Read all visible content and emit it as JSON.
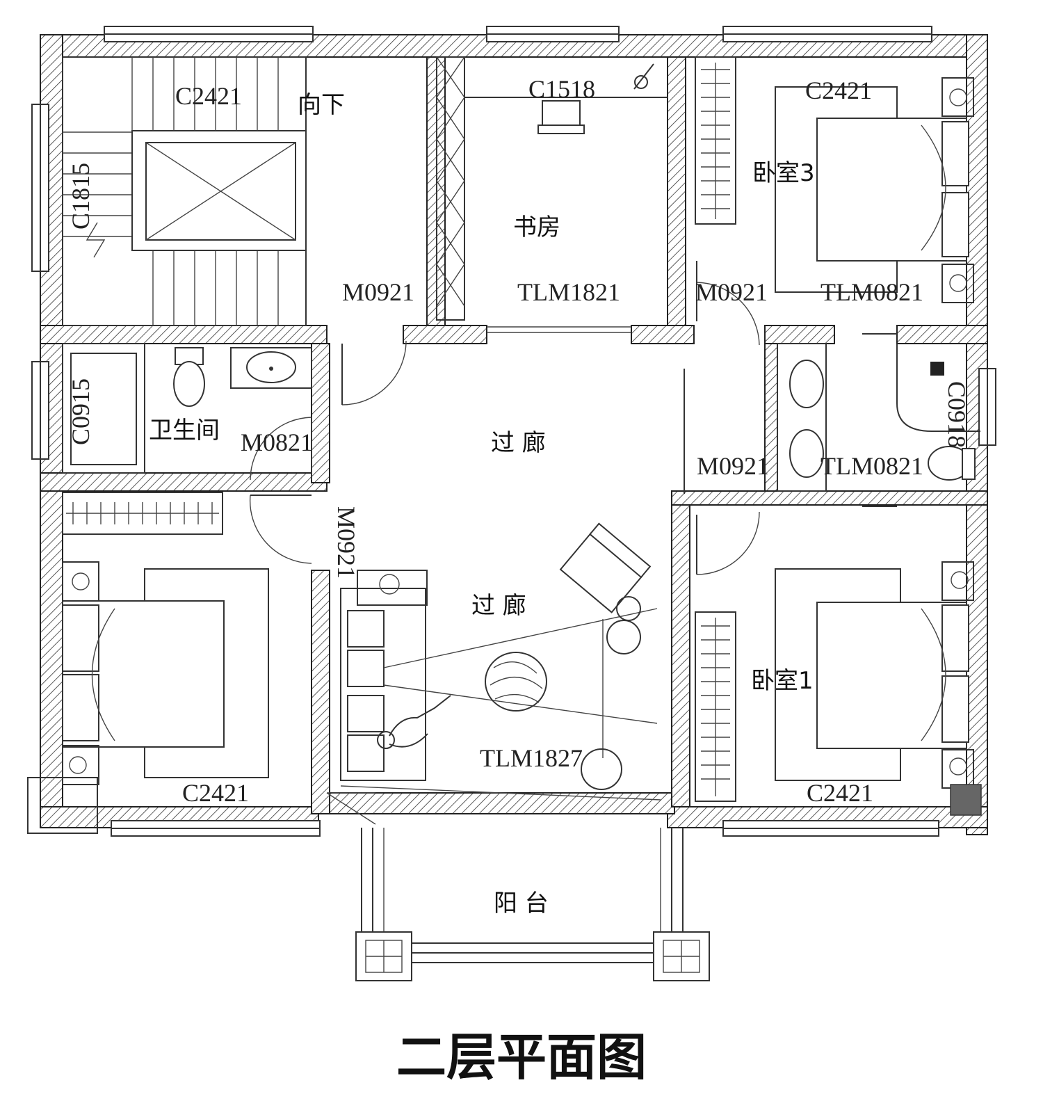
{
  "title": "二层平面图",
  "rooms": {
    "stair_down": "向下",
    "study": "书房",
    "bedroom3": "卧室3",
    "bathroom": "卫生间",
    "corridor_upper": "过 廊",
    "corridor_lower": "过 廊",
    "bedroom1": "卧室1",
    "balcony": "阳 台"
  },
  "codes": {
    "c2421_stair": "C2421",
    "c1518": "C1518",
    "c2421_bed3": "C2421",
    "c1815": "C1815",
    "m0921_stair": "M0921",
    "tlm1821": "TLM1821",
    "m0921_bed3": "M0921",
    "tlm0821_bed3": "TLM0821",
    "c0915": "C0915",
    "m0821": "M0821",
    "m0921_corr": "M0921",
    "tlm0821_bath2": "TLM0821",
    "c0918": "C0918",
    "m0921_vert": "M0921",
    "tlm1827": "TLM1827",
    "c2421_bed2": "C2421",
    "c2421_bed1": "C2421"
  }
}
